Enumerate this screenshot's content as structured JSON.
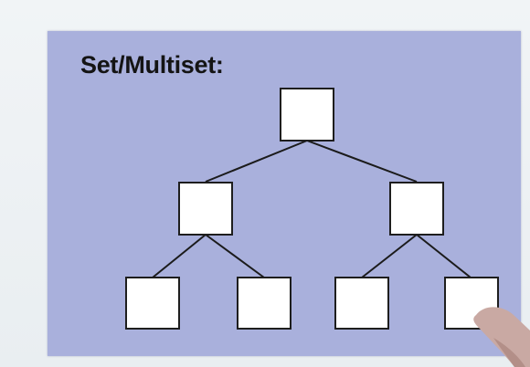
{
  "slide": {
    "title": "Set/Multiset:"
  },
  "tree": {
    "nodes": [
      {
        "id": "root"
      },
      {
        "id": "left"
      },
      {
        "id": "right"
      },
      {
        "id": "left-left"
      },
      {
        "id": "left-right"
      },
      {
        "id": "right-left"
      },
      {
        "id": "right-right"
      }
    ],
    "edges": [
      [
        "root",
        "left"
      ],
      [
        "root",
        "right"
      ],
      [
        "left",
        "left-left"
      ],
      [
        "left",
        "left-right"
      ],
      [
        "right",
        "right-left"
      ],
      [
        "right",
        "right-right"
      ]
    ]
  },
  "colors": {
    "panel": "#a9b0dc",
    "node_fill": "#ffffff",
    "line": "#1b1b1b"
  }
}
